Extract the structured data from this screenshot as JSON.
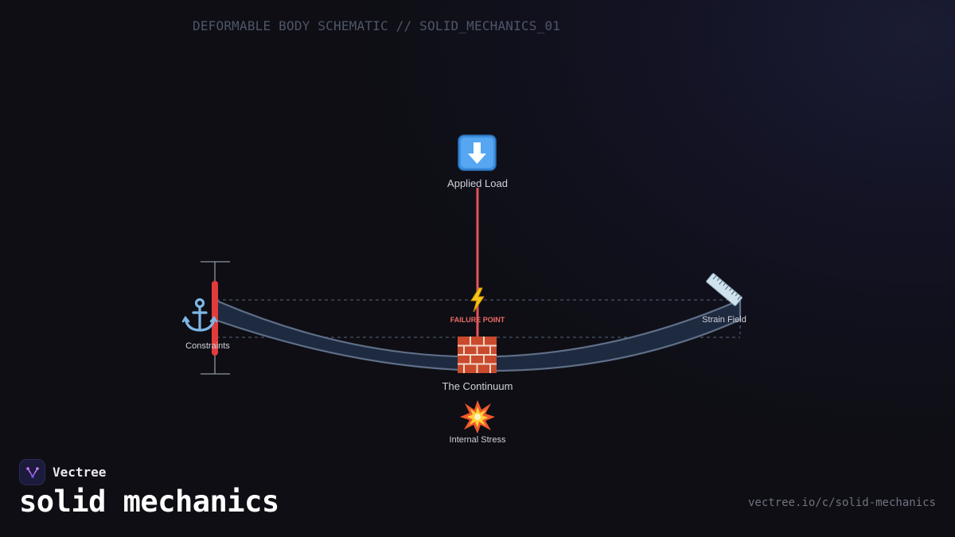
{
  "header": {
    "text": "DEFORMABLE BODY SCHEMATIC // SOLID_MECHANICS_01"
  },
  "diagram": {
    "applied_load": {
      "icon": "arrow-down-icon",
      "label": "Applied Load"
    },
    "failure_point": {
      "icon": "lightning-icon",
      "label": "FAILURE POINT"
    },
    "continuum": {
      "icon": "brick-icon",
      "label": "The Continuum"
    },
    "internal_stress": {
      "icon": "collision-icon",
      "label": "Internal Stress"
    },
    "constraints": {
      "icon": "anchor-icon",
      "label": "Constraints"
    },
    "strain_field": {
      "icon": "ruler-icon",
      "label": "Strain Field"
    }
  },
  "colors": {
    "load_line": "#e2555a",
    "constraint_bar": "#e23b3b",
    "beam_fill": "#1e2a3f",
    "beam_stroke": "#5f6f88",
    "failure_text": "#f06a62"
  },
  "brand": {
    "name": "Vectree"
  },
  "footer": {
    "title": "solid mechanics",
    "url": "vectree.io/c/solid-mechanics"
  }
}
